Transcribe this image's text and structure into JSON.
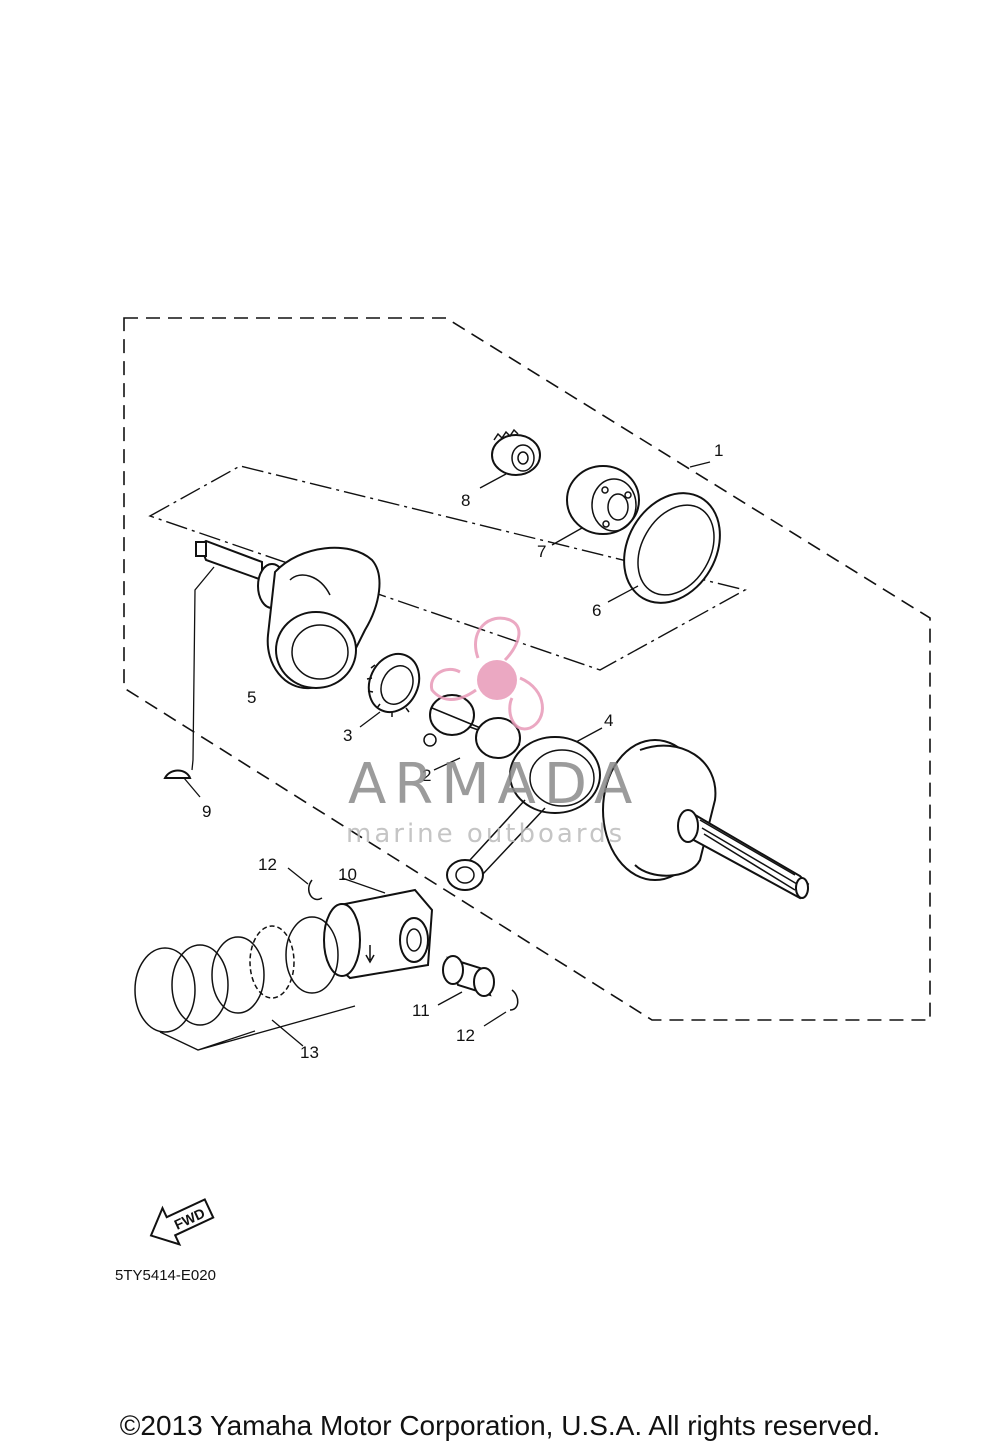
{
  "diagram_code": "5TY5414-E020",
  "fwd_label": "FWD",
  "copyright": "©2013 Yamaha Motor Corporation, U.S.A. All rights reserved.",
  "watermark": {
    "brand": "ARMADA",
    "tagline": "marine outboards",
    "accent_color": "#e89ab8"
  },
  "callouts": {
    "c1": "1",
    "c2": "2",
    "c3": "3",
    "c4": "4",
    "c5": "5",
    "c6": "6",
    "c7": "7",
    "c8": "8",
    "c9": "9",
    "c10": "10",
    "c11": "11",
    "c12a": "12",
    "c12b": "12",
    "c13": "13"
  }
}
